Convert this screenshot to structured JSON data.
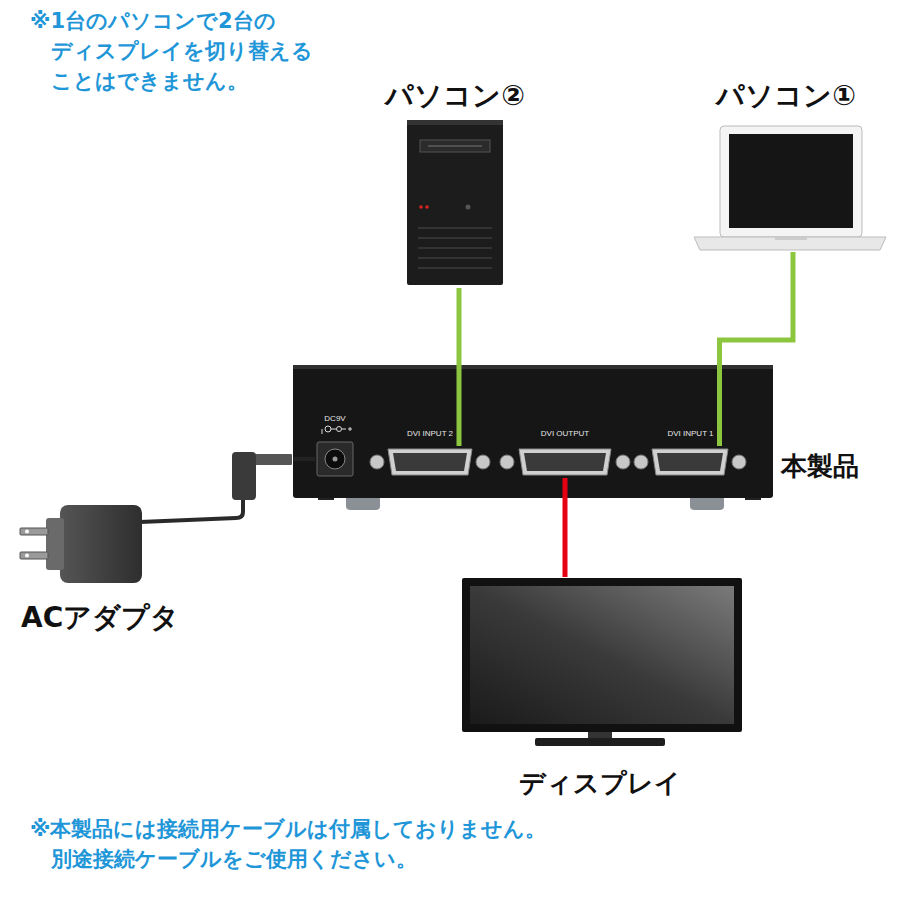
{
  "diagram": {
    "nodes": [
      {
        "text": [
          "パソコン②"
        ]
      },
      {
        "text": [
          "パソコン①"
        ]
      },
      {
        "text": [
          "本製品"
        ]
      },
      {
        "text": [
          "DC9V"
        ],
        "in": 2
      },
      {
        "text": [
          "DVI INPUT 2"
        ],
        "in": 2
      },
      {
        "text": [
          "DVI OUTPUT"
        ],
        "in": 2
      },
      {
        "text": [
          "DVI INPUT 1"
        ],
        "in": 2
      },
      {
        "text": [
          "ACアダプタ"
        ]
      },
      {
        "text": [
          "ディスプレイ"
        ]
      }
    ],
    "edges": [
      {
        "from": 0,
        "to": 4,
        "arrow": "none"
      },
      {
        "from": 1,
        "to": 6,
        "arrow": "none"
      },
      {
        "from": 5,
        "to": 8,
        "arrow": "none"
      },
      {
        "from": 7,
        "to": 3,
        "arrow": "none"
      }
    ],
    "labels": [
      "※1台のパソコンで2台の ディスプレイを切り替える ことはできません。",
      "※本製品には接続用ケーブルは付属しておりません。 別途接続ケーブルをご使用ください。"
    ]
  }
}
